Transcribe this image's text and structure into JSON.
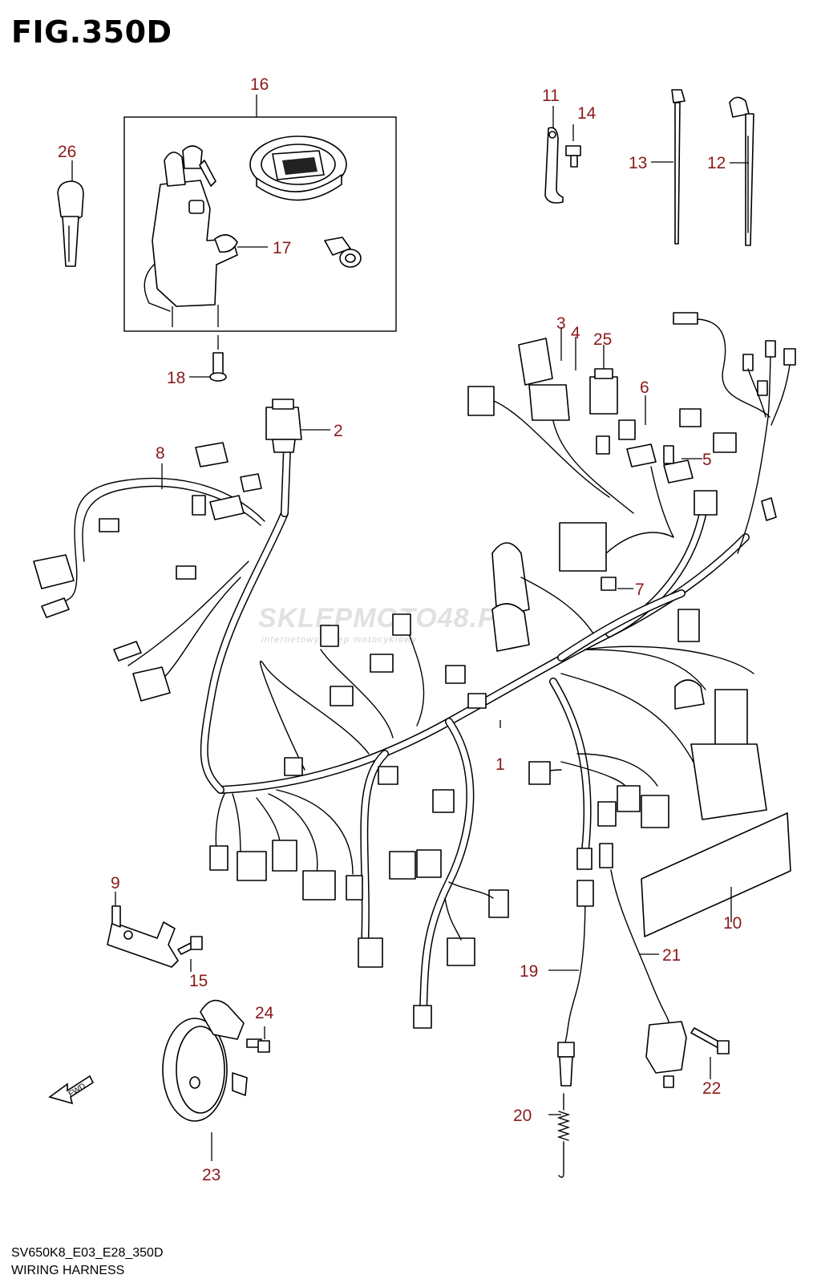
{
  "figure": {
    "title": "FIG.350D",
    "code": "SV650K8_E03_E28_350D",
    "name": "WIRING HARNESS"
  },
  "watermark": {
    "brand": "SKLEPMOTO48.PL",
    "tagline": "internetowy sklep motocyklowy"
  },
  "fwd_label": "FWD",
  "callouts": {
    "c1": "1",
    "c2": "2",
    "c3": "3",
    "c4": "4",
    "c5": "5",
    "c6": "6",
    "c7": "7",
    "c8": "8",
    "c9": "9",
    "c10": "10",
    "c11": "11",
    "c12": "12",
    "c13": "13",
    "c14": "14",
    "c15": "15",
    "c16": "16",
    "c17": "17",
    "c18": "18",
    "c19": "19",
    "c20": "20",
    "c21": "21",
    "c22": "22",
    "c23": "23",
    "c24": "24",
    "c25": "25",
    "c26": "26"
  }
}
